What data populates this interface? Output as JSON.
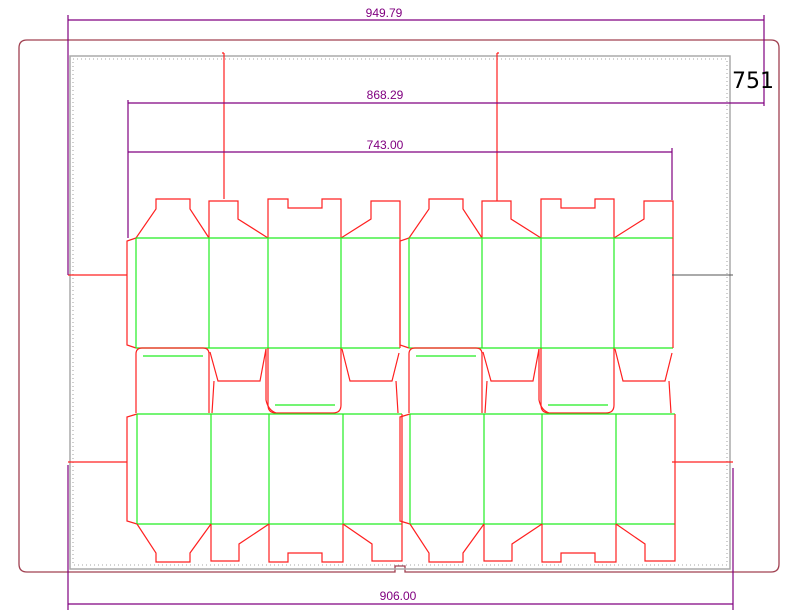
{
  "dimensions": {
    "overall_width": "949.79",
    "inner_width": "868.29",
    "layout_width": "743.00",
    "sheet_width": "906.00",
    "sheet_height": "751"
  },
  "colors": {
    "cut_line": "#ff2020",
    "crease_line": "#22ee22",
    "dimension": "#800080",
    "board_outline": "#a04050"
  }
}
